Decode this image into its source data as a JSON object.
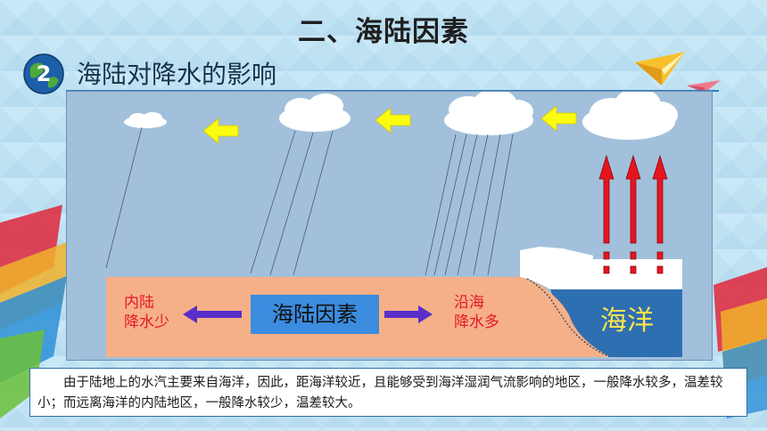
{
  "page": {
    "title": "二、海陆因素",
    "section_number": "2",
    "subtitle": "海陆对降水的影响"
  },
  "diagram": {
    "center_label": "海陆因素",
    "inland_label": [
      "内陆",
      "降水少"
    ],
    "coastal_label": [
      "沿海",
      "降水多"
    ],
    "ocean_label": "海洋"
  },
  "description": "由于陆地上的水汽主要来自海洋，因此，距海洋较近，且能够受到海洋湿润气流影响的地区，一般降水较多，温差较小；而远离海洋的内陆地区，一般降水较少，温差较大。",
  "colors": {
    "land": "#f5b087",
    "ocean": "#2d6fb1",
    "label_box": "#3c8ce0",
    "label_text_red": "#e5162a",
    "wind_arrow": "#fbfb11",
    "vapor_arrow": "#e5141f",
    "side_arrow": "#5a2fc9",
    "ocean_text": "#ffe44a"
  }
}
